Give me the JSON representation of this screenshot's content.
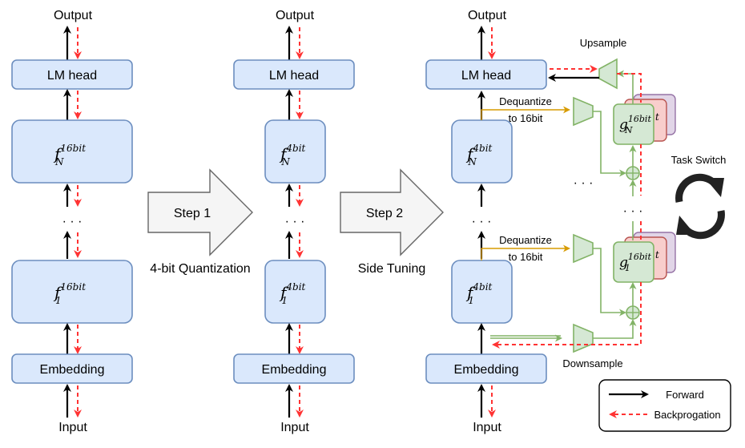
{
  "columns": [
    {
      "output": "Output",
      "lm_head": "LM head",
      "fN_base": "f",
      "fN_sub": "N",
      "fN_sup": "16bit",
      "dots": "· · ·",
      "f1_base": "f",
      "f1_sub": "1",
      "f1_sup": "16bit",
      "embedding": "Embedding",
      "input": "Input"
    },
    {
      "output": "Output",
      "lm_head": "LM head",
      "fN_base": "f",
      "fN_sub": "N",
      "fN_sup": "4bit",
      "dots": "· · ·",
      "f1_base": "f",
      "f1_sub": "1",
      "f1_sup": "4bit",
      "embedding": "Embedding",
      "input": "Input"
    },
    {
      "output": "Output",
      "lm_head": "LM head",
      "fN_base": "f",
      "fN_sub": "N",
      "fN_sup": "4bit",
      "dots": "· · ·",
      "f1_base": "f",
      "f1_sub": "1",
      "f1_sup": "4bit",
      "embedding": "Embedding",
      "input": "Input"
    }
  ],
  "steps": [
    {
      "label": "Step 1",
      "caption": "4-bit Quantization"
    },
    {
      "label": "Step 2",
      "caption": "Side Tuning"
    }
  ],
  "side": {
    "upsample": "Upsample",
    "downsample": "Downsample",
    "dequantize_top_1": "Dequantize",
    "dequantize_top_2": "to 16bit",
    "dequantize_bot_1": "Dequantize",
    "dequantize_bot_2": "to 16bit",
    "gN_base": "g",
    "gN_sub": "N",
    "gN_sup": "16bit",
    "g1_base": "g",
    "g1_sub": "1",
    "g1_sup": "16bit",
    "back_glyph": "t",
    "dots_mid": "· · ·",
    "dots_vert": "· · ·",
    "task_switch": "Task Switch",
    "task_switch_icon": "cycle-arrows-icon"
  },
  "legend": {
    "forward": "Forward",
    "backprop": "Backprogation"
  },
  "colors": {
    "block_fill": "#dae8fc",
    "block_stroke": "#6c8ebf",
    "side_fill": "#d5e8d4",
    "side_stroke": "#82b366",
    "backprop": "#ff3333",
    "dequantize_line": "#d79b00"
  }
}
